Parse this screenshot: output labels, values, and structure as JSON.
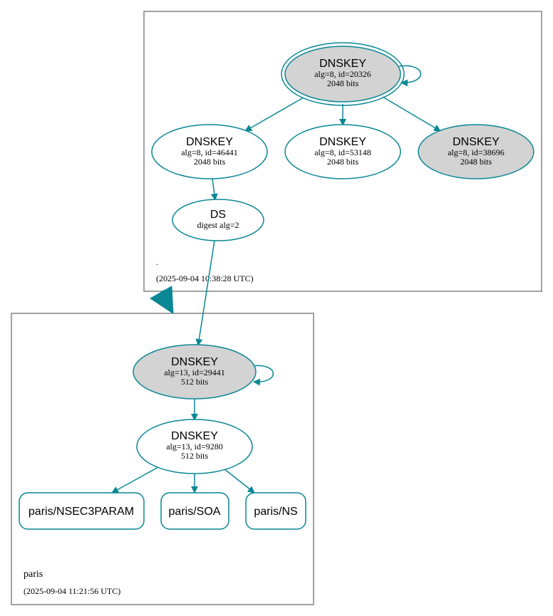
{
  "colors": {
    "edge": "#0a8794",
    "node_fill_secure": "#d3d3d3",
    "node_fill_plain": "#ffffff",
    "zone_border": "#444444",
    "text": "#000000"
  },
  "zones": [
    {
      "id": "root",
      "name": ".",
      "timestamp": "(2025-09-04 10:38:28 UTC)"
    },
    {
      "id": "paris",
      "name": "paris",
      "timestamp": "(2025-09-04 11:21:56 UTC)"
    }
  ],
  "nodes": {
    "root_ksk": {
      "title": "DNSKEY",
      "line1": "alg=8, id=20326",
      "line2": "2048 bits",
      "shaded": true,
      "double": true
    },
    "root_zsk1": {
      "title": "DNSKEY",
      "line1": "alg=8, id=46441",
      "line2": "2048 bits",
      "shaded": false
    },
    "root_zsk2": {
      "title": "DNSKEY",
      "line1": "alg=8, id=53148",
      "line2": "2048 bits",
      "shaded": false
    },
    "root_zsk3": {
      "title": "DNSKEY",
      "line1": "alg=8, id=38696",
      "line2": "2048 bits",
      "shaded": true
    },
    "paris_ds": {
      "title": "DS",
      "line1": "digest alg=2",
      "line2": "",
      "shaded": false
    },
    "paris_ksk": {
      "title": "DNSKEY",
      "line1": "alg=13, id=29441",
      "line2": "512 bits",
      "shaded": true
    },
    "paris_zsk": {
      "title": "DNSKEY",
      "line1": "alg=13, id=9280",
      "line2": "512 bits",
      "shaded": false
    },
    "rr_nsec3param": {
      "title": "paris/NSEC3PARAM"
    },
    "rr_soa": {
      "title": "paris/SOA"
    },
    "rr_ns": {
      "title": "paris/NS"
    }
  }
}
